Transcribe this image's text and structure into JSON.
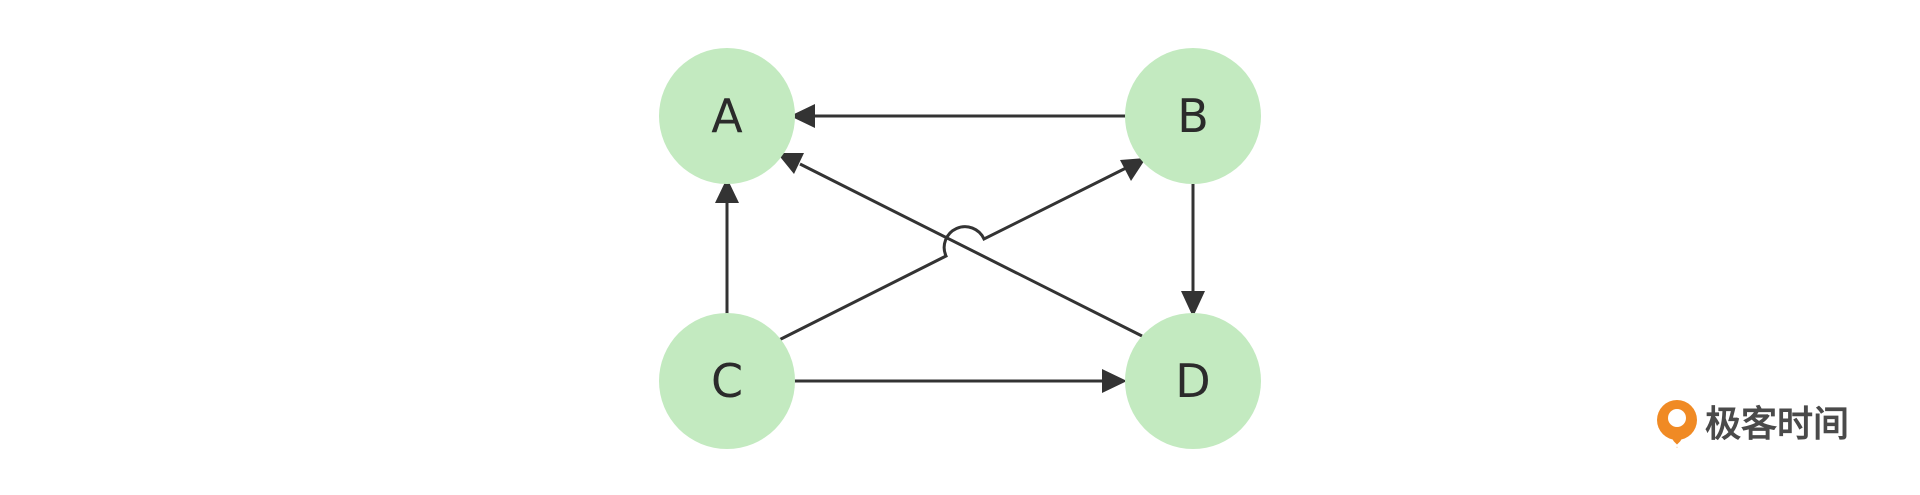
{
  "nodes": [
    {
      "id": "A",
      "label": "A"
    },
    {
      "id": "B",
      "label": "B"
    },
    {
      "id": "C",
      "label": "C"
    },
    {
      "id": "D",
      "label": "D"
    }
  ],
  "edges": [
    {
      "from": "B",
      "to": "A"
    },
    {
      "from": "C",
      "to": "A"
    },
    {
      "from": "D",
      "to": "A"
    },
    {
      "from": "C",
      "to": "B"
    },
    {
      "from": "B",
      "to": "D"
    },
    {
      "from": "C",
      "to": "D"
    }
  ],
  "colors": {
    "node_fill": "#c3eac0",
    "edge": "#333333",
    "brand_orange": "#f08a24"
  },
  "watermark": {
    "text": "极客时间",
    "icon": "geektime-logo-icon"
  }
}
